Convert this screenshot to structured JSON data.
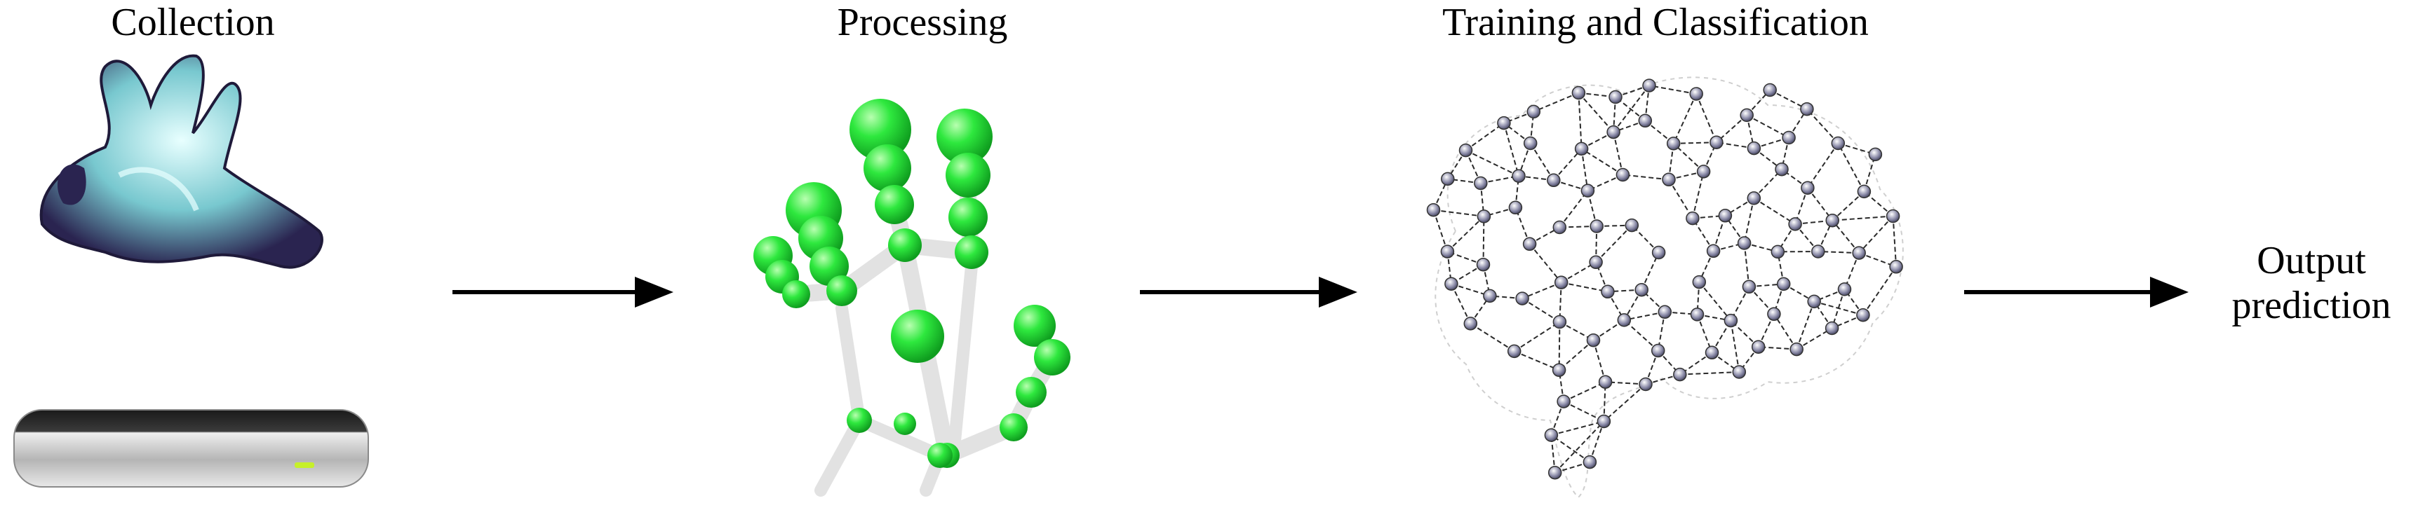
{
  "stages": [
    {
      "label": "Collection"
    },
    {
      "label": "Processing"
    },
    {
      "label": "Training and Classification"
    }
  ],
  "output": {
    "line1": "Output",
    "line2": "prediction"
  },
  "colors": {
    "arrow": "#000000",
    "joint": "#22e03a",
    "bone": "#e2e2e2",
    "device": "#c8c8c8",
    "device_led": "#c6f02a",
    "node_edge": "#333333"
  }
}
